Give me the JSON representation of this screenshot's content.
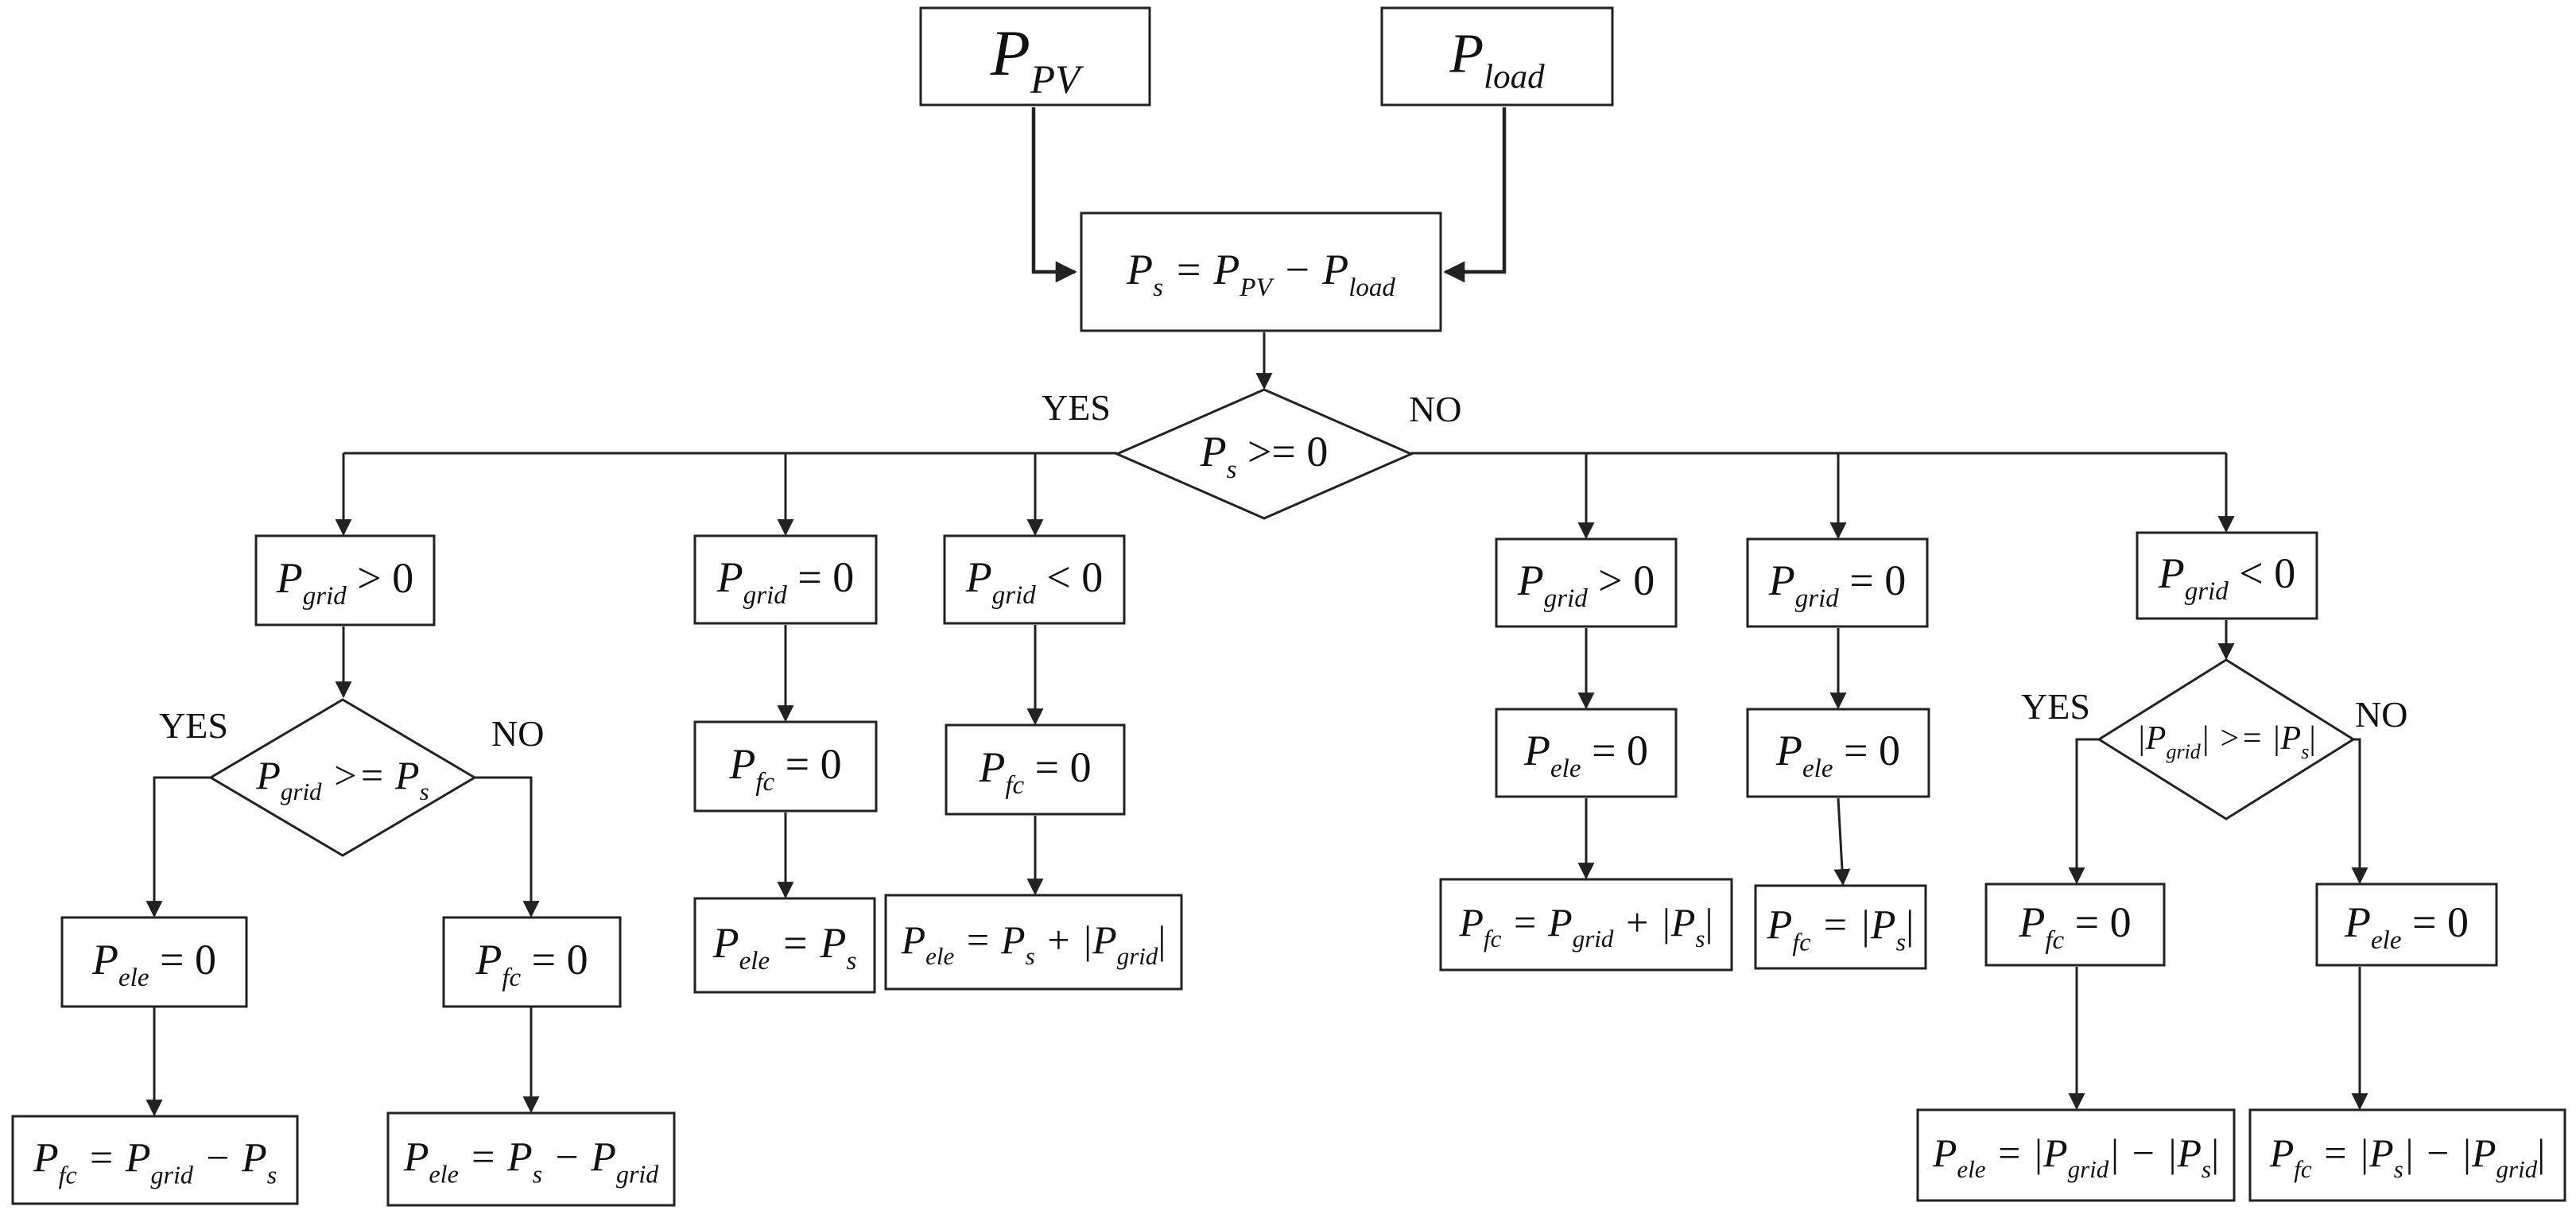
{
  "nodes": {
    "p_pv": {
      "pre": "P",
      "sub": "PV",
      "rest": ""
    },
    "p_load": {
      "pre": "P",
      "sub": "load",
      "rest": ""
    },
    "p_s_eq": {
      "pre": "P",
      "sub": "s",
      "rest": " = P",
      "sub2": "PV",
      "rest2": " − P",
      "sub3": "load"
    },
    "d_ps": {
      "pre": "P",
      "sub": "s",
      "rest": " >= 0"
    },
    "l1_grid_pos": {
      "pre": "P",
      "sub": "grid",
      "rest": " > 0"
    },
    "d_grid_ge_ps": {
      "pre": "P",
      "sub": "grid",
      "rest": " >= P",
      "sub2": "s"
    },
    "l1_ele0": {
      "pre": "P",
      "sub": "ele",
      "rest": " = 0"
    },
    "l1_fc_eq": {
      "pre": "P",
      "sub": "fc",
      "rest": " = P",
      "sub2": "grid",
      "rest2": " − P",
      "sub3": "s"
    },
    "l1_fc0": {
      "pre": "P",
      "sub": "fc",
      "rest": " = 0"
    },
    "l1_ele_eq": {
      "pre": "P",
      "sub": "ele",
      "rest": " = P",
      "sub2": "s",
      "rest2": " − P",
      "sub3": "grid"
    },
    "l2_grid0": {
      "pre": "P",
      "sub": "grid",
      "rest": " = 0"
    },
    "l2_fc0": {
      "pre": "P",
      "sub": "fc",
      "rest": " = 0"
    },
    "l2_ele_eq": {
      "pre": "P",
      "sub": "ele",
      "rest": " = P",
      "sub2": "s"
    },
    "l3_grid_neg": {
      "pre": "P",
      "sub": "grid",
      "rest": " < 0"
    },
    "l3_fc0": {
      "pre": "P",
      "sub": "fc",
      "rest": " = 0"
    },
    "l3_ele_eq": {
      "pre": "P",
      "sub": "ele",
      "rest": " = P",
      "sub2": "s",
      "rest2": " + |P",
      "sub3": "grid",
      "rest3": "|"
    },
    "r1_grid_pos": {
      "pre": "P",
      "sub": "grid",
      "rest": " > 0"
    },
    "r1_ele0": {
      "pre": "P",
      "sub": "ele",
      "rest": " = 0"
    },
    "r1_fc_eq": {
      "pre": "P",
      "sub": "fc",
      "rest": " = P",
      "sub2": "grid",
      "rest2": " + |P",
      "sub3": "s",
      "rest3": "|"
    },
    "r2_grid0": {
      "pre": "P",
      "sub": "grid",
      "rest": " = 0"
    },
    "r2_ele0": {
      "pre": "P",
      "sub": "ele",
      "rest": " = 0"
    },
    "r2_fc_eq": {
      "pre": "P",
      "sub": "fc",
      "rest": " = |P",
      "sub2": "s",
      "rest2": "|"
    },
    "r3_grid_neg": {
      "pre": "P",
      "sub": "grid",
      "rest": " < 0"
    },
    "d_abs": {
      "pre": "|P",
      "sub": "grid",
      "rest": "| >= |P",
      "sub2": "s",
      "rest2": "|"
    },
    "r3_fc0": {
      "pre": "P",
      "sub": "fc",
      "rest": " = 0"
    },
    "r3_ele_eq": {
      "pre": "P",
      "sub": "ele",
      "rest": " = |P",
      "sub2": "grid",
      "rest2": "| − |P",
      "sub3": "s",
      "rest3": "|"
    },
    "r3_ele0": {
      "pre": "P",
      "sub": "ele",
      "rest": " = 0"
    },
    "r3_fc_eq": {
      "pre": "P",
      "sub": "fc",
      "rest": " = |P",
      "sub2": "s",
      "rest2": "| − |P",
      "sub3": "grid",
      "rest3": "|"
    }
  },
  "branch_labels": {
    "top_yes": "YES",
    "top_no": "NO",
    "left_yes": "YES",
    "left_no": "NO",
    "right_yes": "YES",
    "right_no": "NO"
  }
}
